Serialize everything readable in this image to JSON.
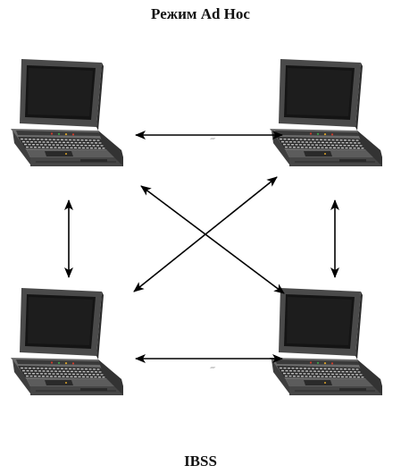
{
  "title": "Режим Ad Hoc",
  "caption": "IBSS",
  "colors": {
    "laptop_body": "#5a5a5a",
    "laptop_dark": "#2e2e2e",
    "screen": "#151515",
    "keys": "#cfcfcf",
    "arrow": "#000000",
    "led_red": "#d23a2a",
    "led_green": "#3aa64a",
    "led_amber": "#d8a22a"
  },
  "nodes": [
    {
      "id": "laptop-top-left",
      "icon": "laptop-icon"
    },
    {
      "id": "laptop-top-right",
      "icon": "laptop-icon"
    },
    {
      "id": "laptop-bottom-left",
      "icon": "laptop-icon"
    },
    {
      "id": "laptop-bottom-right",
      "icon": "laptop-icon"
    }
  ],
  "links": [
    {
      "from": "laptop-top-left",
      "to": "laptop-top-right",
      "direction": "bidirectional"
    },
    {
      "from": "laptop-bottom-left",
      "to": "laptop-bottom-right",
      "direction": "bidirectional"
    },
    {
      "from": "laptop-top-left",
      "to": "laptop-bottom-left",
      "direction": "bidirectional"
    },
    {
      "from": "laptop-top-right",
      "to": "laptop-bottom-right",
      "direction": "bidirectional"
    },
    {
      "from": "laptop-top-left",
      "to": "laptop-bottom-right",
      "direction": "bidirectional"
    },
    {
      "from": "laptop-top-right",
      "to": "laptop-bottom-left",
      "direction": "bidirectional"
    }
  ]
}
